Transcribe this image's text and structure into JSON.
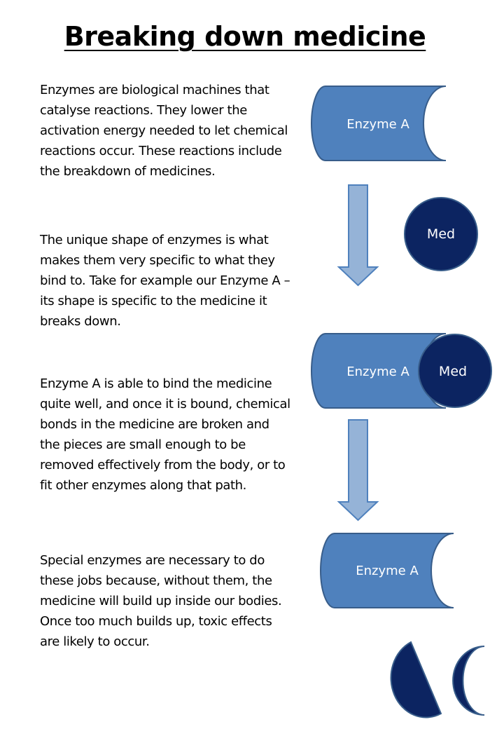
{
  "title": "Breaking down medicine",
  "paragraphs": [
    "Enzymes are biological machines that catalyse reactions. They lower the activation energy needed to let chemical reactions occur. These reactions include the breakdown of medicines.",
    "The unique shape of enzymes is what makes them very specific to what they bind to. Take for example our Enzyme A – its shape is specific to the medicine it breaks down.",
    "Enzyme A is able to bind the medicine quite well, and once it is bound, chemical bonds in the medicine are broken and the pieces are small enough to be removed effectively from the body, or to fit other enzymes along that path.",
    "Special enzymes are necessary to do these jobs because, without them, the medicine will build up inside our bodies. Once too much builds up, toxic effects are likely to occur."
  ],
  "diagram": {
    "enzyme_label": "Enzyme A",
    "medicine_label": "Med",
    "colors": {
      "enzyme_fill": "#4f81bd",
      "enzyme_stroke": "#385d8a",
      "med_fill": "#0c2461",
      "arrow_fill": "#95b3d7",
      "arrow_stroke": "#4f81bd"
    }
  }
}
